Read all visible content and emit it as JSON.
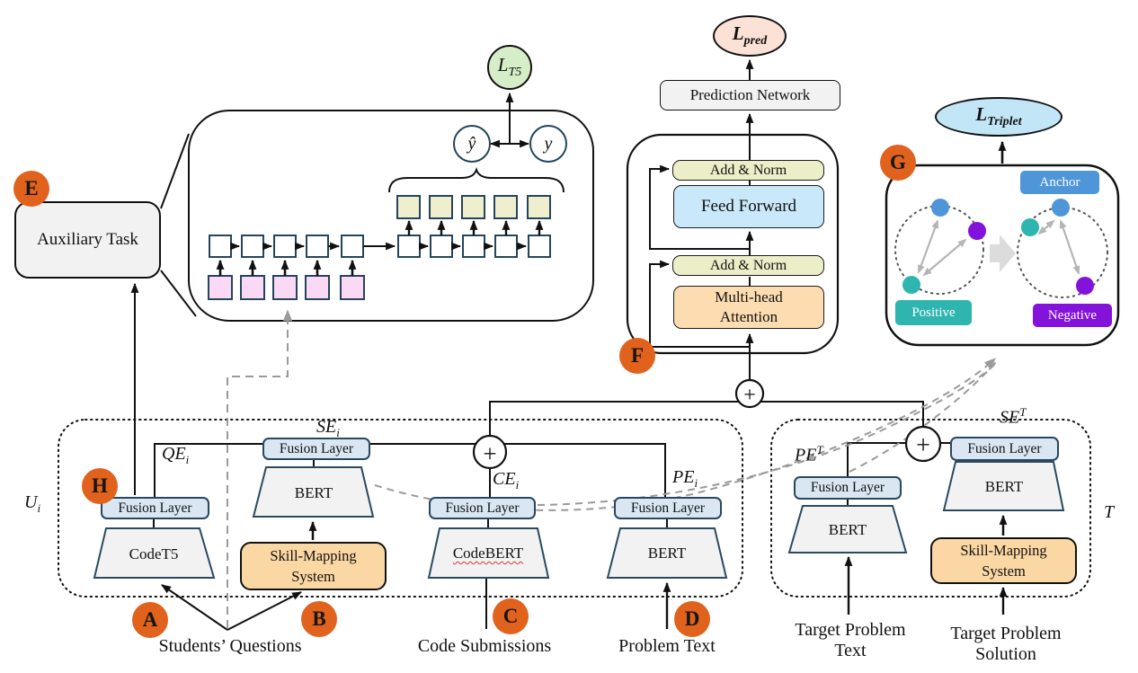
{
  "diagram": {
    "losses": {
      "t5": {
        "base": "L",
        "sub": "T5"
      },
      "pred": {
        "base": "L",
        "sub": "pred"
      },
      "triplet": {
        "base": "L",
        "sub": "Triplet"
      }
    },
    "badges": {
      "a": "A",
      "b": "B",
      "c": "C",
      "d": "D",
      "e": "E",
      "f": "F",
      "g": "G",
      "h": "H"
    },
    "blocks": {
      "auxiliary_task": "Auxiliary Task",
      "prediction_network": "Prediction Network",
      "add_norm": "Add & Norm",
      "feed_forward": "Feed Forward",
      "multi_head_1": "Multi-head",
      "multi_head_2": "Attention",
      "fusion_layer": "Fusion Layer",
      "skill_mapping_1": "Skill-Mapping",
      "skill_mapping_2": "System",
      "codet5": "CodeT5",
      "codebert": "CodeBERT",
      "bert": "BERT"
    },
    "embeddings": {
      "qe": {
        "base": "QE",
        "sub": "i"
      },
      "se": {
        "base": "SE",
        "sub": "i"
      },
      "ce": {
        "base": "CE",
        "sub": "i"
      },
      "pe": {
        "base": "PE",
        "sub": "i"
      },
      "pe_t": {
        "base": "PE",
        "sup": "T"
      },
      "se_t": {
        "base": "SE",
        "sup": "T"
      },
      "u": {
        "base": "U",
        "sub": "i"
      },
      "t": {
        "base": "T"
      }
    },
    "t5_detail": {
      "y_hat": "ŷ",
      "y": "y"
    },
    "triplet": {
      "anchor": "Anchor",
      "positive": "Positive",
      "negative": "Negative"
    },
    "inputs": {
      "students_questions": "Students’ Questions",
      "code_submissions": "Code Submissions",
      "problem_text": "Problem Text",
      "target_problem_text": {
        "line1": "Target Problem",
        "line2": "Text"
      },
      "target_problem_solution": {
        "line1": "Target Problem",
        "line2": "Solution"
      }
    },
    "symbols": {
      "plus": "+"
    },
    "colors": {
      "badge_orange": "#E0621D",
      "loss_t5": "#D6EEC7",
      "loss_pred": "#FCE1D6",
      "loss_triplet": "#C3E6F7",
      "fusion_layer": "#DAE7F3",
      "skill_mapping": "#FBD7A4",
      "add_norm": "#EBEEC7",
      "feed_forward": "#C9E8F9",
      "multi_head": "#FCDCB0",
      "anchor_blue": "#4F96D8",
      "positive_teal": "#2FB5B0",
      "negative_purple": "#7C10D8",
      "encoder_input_pink": "#FBD9F4",
      "decoder_output_yellow": "#EFEFCD"
    }
  }
}
